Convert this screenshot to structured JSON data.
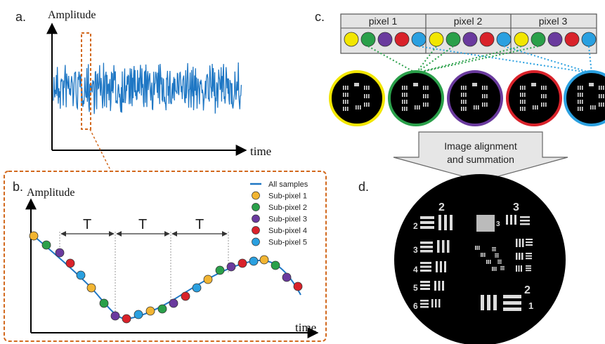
{
  "panels": {
    "a": {
      "label": "a.",
      "ylabel": "Amplitude",
      "xlabel": "time",
      "signal_color": "#1f77c4",
      "highlight_color": "#d2691e"
    },
    "b": {
      "label": "b.",
      "ylabel": "Amplitude",
      "xlabel": "time",
      "period_label": "T",
      "legend": [
        {
          "name": "All samples",
          "kind": "line",
          "color": "#1f77c4"
        },
        {
          "name": "Sub-pixel 1",
          "kind": "dot",
          "color": "#f2b532"
        },
        {
          "name": "Sub-pixel 2",
          "kind": "dot",
          "color": "#2aa04a"
        },
        {
          "name": "Sub-pixel 3",
          "kind": "dot",
          "color": "#6a3a9e"
        },
        {
          "name": "Sub-pixel 4",
          "kind": "dot",
          "color": "#d9222a"
        },
        {
          "name": "Sub-pixel 5",
          "kind": "dot",
          "color": "#2aa0e0"
        }
      ]
    },
    "c": {
      "label": "c.",
      "pixels": [
        "pixel 1",
        "pixel 2",
        "pixel 3"
      ],
      "subpixel_colors": [
        "#f2e600",
        "#2aa04a",
        "#6a3a9e",
        "#d9222a",
        "#2aa0e0"
      ]
    },
    "arrow": {
      "line1": "Image alignment",
      "line2": "and summation"
    },
    "d": {
      "label": "d.",
      "target_numbers": [
        "2",
        "3",
        "2",
        "3",
        "4",
        "5",
        "6",
        "1"
      ]
    }
  }
}
